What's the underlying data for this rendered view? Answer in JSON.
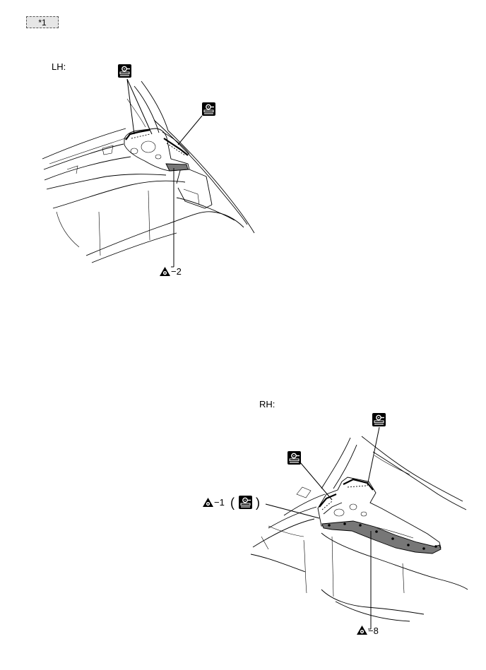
{
  "tag": {
    "label": "*1"
  },
  "lh": {
    "view_label": "LH:",
    "callout_text": "−2"
  },
  "rh": {
    "view_label": "RH:",
    "callout_1_text": "−1",
    "callout_1_open": "(",
    "callout_1_close": ")",
    "callout_8_text": "−8"
  },
  "icons": {
    "adhesive": "adhesive-application-icon",
    "seal": "seal-point-triangle-icon"
  }
}
